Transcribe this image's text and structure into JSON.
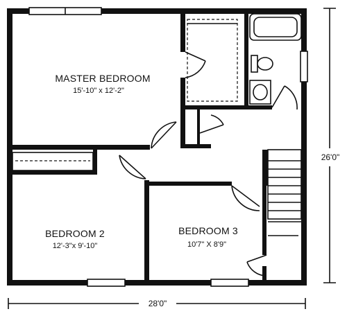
{
  "rooms": {
    "master": {
      "name": "MASTER BEDROOM",
      "dims": "15'-10\" x 12'-2\""
    },
    "bedroom2": {
      "name": "BEDROOM 2",
      "dims": "12'-3\"x 9'-10\""
    },
    "bedroom3": {
      "name": "BEDROOM 3",
      "dims": "10'7\" X 8'9\""
    }
  },
  "overall": {
    "width": "28'0\"",
    "depth": "26'0\""
  }
}
